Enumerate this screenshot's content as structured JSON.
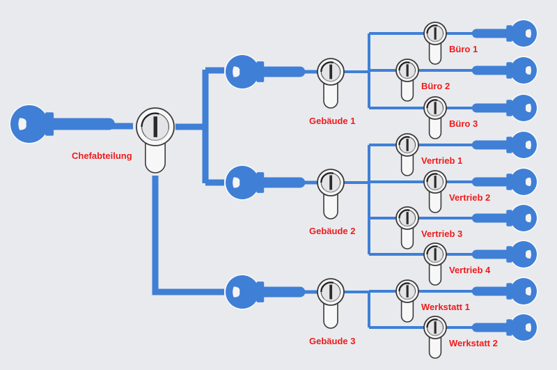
{
  "diagram": {
    "title": "Schließanlage",
    "colors": {
      "background": "#e9eaee",
      "key": "#3f7fd6",
      "line": "#3f7fd6",
      "label": "#ee1b1b",
      "cylinder_outline": "#3a3a3a",
      "cylinder_fill": "#f7f7f7"
    },
    "master": {
      "label": "Chefabteilung"
    },
    "groups": [
      {
        "label": "Gebäude 1",
        "children": [
          {
            "label": "Büro 1"
          },
          {
            "label": "Büro 2"
          },
          {
            "label": "Büro 3"
          }
        ]
      },
      {
        "label": "Gebäude 2",
        "children": [
          {
            "label": "Vertrieb 1"
          },
          {
            "label": "Vertrieb 2"
          },
          {
            "label": "Vertrieb 3"
          },
          {
            "label": "Vertrieb 4"
          }
        ]
      },
      {
        "label": "Gebäude 3",
        "children": [
          {
            "label": "Werkstatt 1"
          },
          {
            "label": "Werkstatt 2"
          }
        ]
      }
    ]
  }
}
